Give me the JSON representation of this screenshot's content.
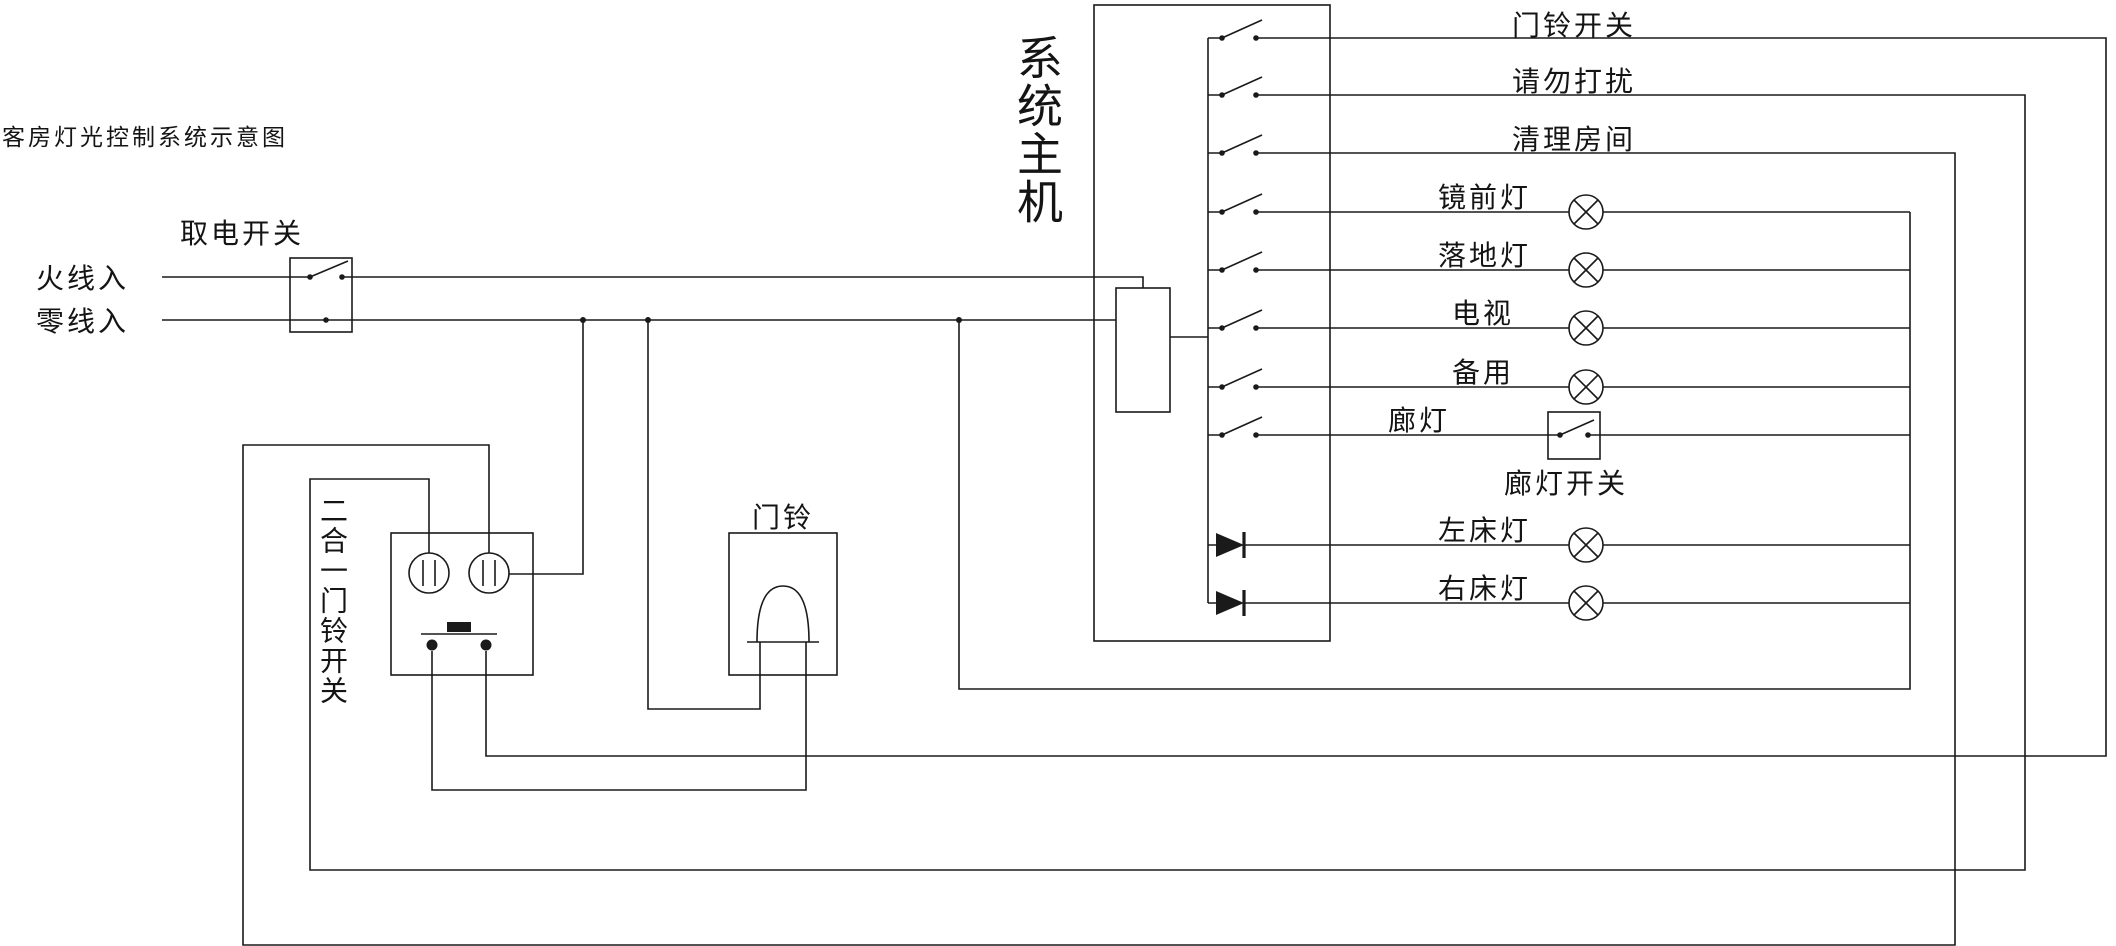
{
  "title": "客房灯光控制系统示意图",
  "host_label": "系统主机",
  "power": {
    "switch_label": "取电开关",
    "live_label": "火线入",
    "neutral_label": "零线入"
  },
  "doorbell_switch_label": "二合一门铃开关",
  "doorbell_label": "门铃",
  "corridor_switch_label": "廊灯开关",
  "channels": [
    {
      "label": "门铃开关",
      "type": "signal"
    },
    {
      "label": "请勿打扰",
      "type": "signal"
    },
    {
      "label": "清理房间",
      "type": "signal"
    },
    {
      "label": "镜前灯",
      "type": "lamp"
    },
    {
      "label": "落地灯",
      "type": "lamp"
    },
    {
      "label": "电视",
      "type": "lamp"
    },
    {
      "label": "备用",
      "type": "lamp"
    },
    {
      "label": "廊灯",
      "type": "lamp-switch"
    },
    {
      "label": "左床灯",
      "type": "lamp-diode"
    },
    {
      "label": "右床灯",
      "type": "lamp-diode"
    }
  ],
  "line_color": "#1a1a1a"
}
